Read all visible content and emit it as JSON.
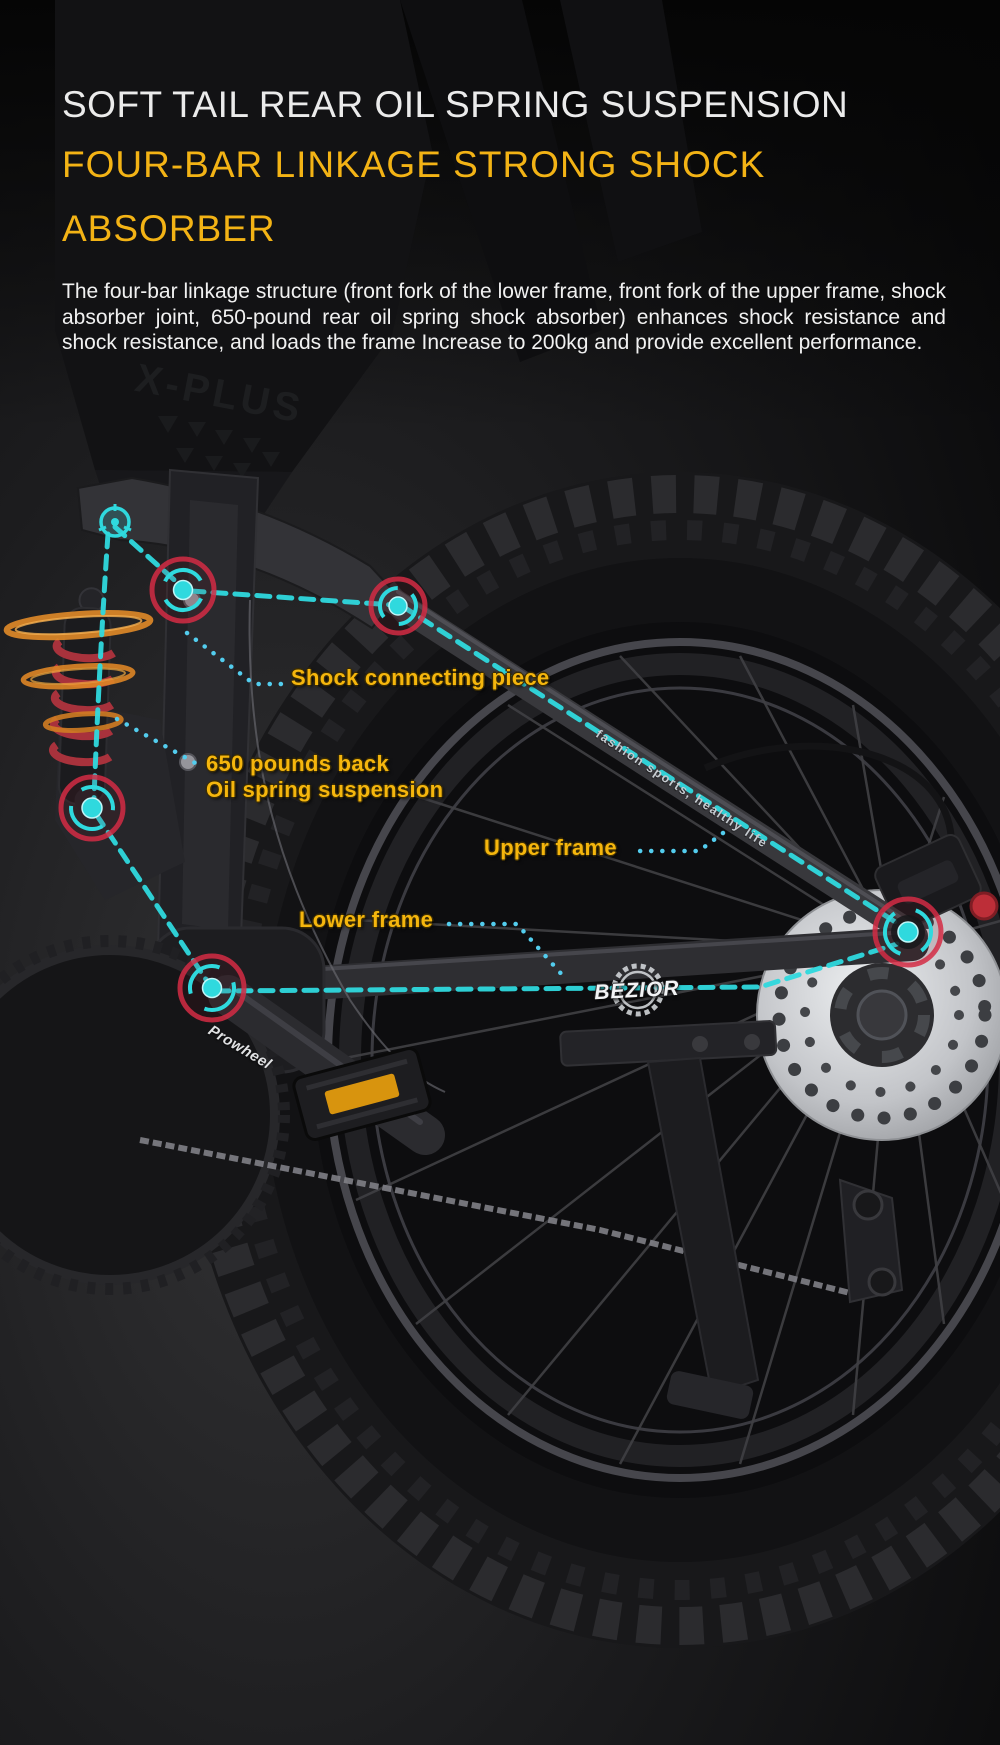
{
  "header": {
    "title": "SOFT TAIL REAR OIL SPRING SUSPENSION",
    "subtitle_line1": "FOUR-BAR LINKAGE STRONG SHOCK",
    "subtitle_line2": "ABSORBER",
    "description": "The four-bar linkage structure (front fork of the lower frame, front fork of the upper frame, shock absorber joint, 650-pound rear oil spring shock absorber) enhances shock resistance and shock resistance, and loads the frame Increase to 200kg and provide excellent performance."
  },
  "annotations": {
    "shock_connecting_piece": "Shock connecting piece",
    "suspension_line1": "650 pounds back",
    "suspension_line2": "Oil spring suspension",
    "upper_frame": "Upper frame",
    "lower_frame": "Lower frame"
  },
  "bike": {
    "brand_logo": "BEZIOR",
    "frame_slogan": "fashion sports, healthy life",
    "crank_brand": "Prowheel",
    "bag_logo": "X-PLUS"
  },
  "colors": {
    "background": "#0b0b0b",
    "heading_white": "#ebebeb",
    "accent_gold": "#f3b315",
    "label_yellow": "#f5b60d",
    "annotation_teal": "#2fd9de",
    "leader_blue": "#53cdee",
    "marker_red": "#d32c44",
    "spring_highlight_orange": "#e08a28",
    "pedal_reflector_orange": "#d8940e"
  }
}
